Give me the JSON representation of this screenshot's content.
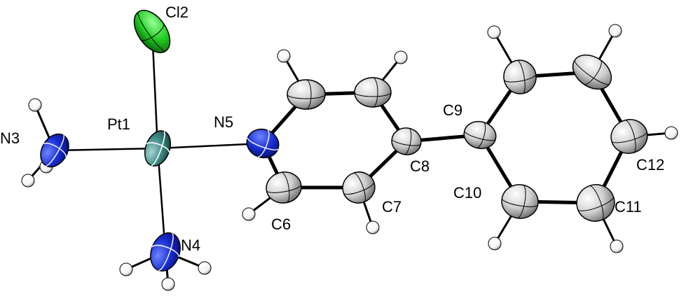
{
  "labels": {
    "cl2": "Cl2",
    "pt1": "Pt1",
    "n3": "N3",
    "n5": "N5",
    "n4": "N4",
    "c6": "C6",
    "c7": "C7",
    "c8": "C8",
    "c9": "C9",
    "c10": "C10",
    "c11": "C11",
    "c12": "C12"
  },
  "colors": {
    "chlorine": "#22cc22",
    "platinum": "#3f8c86",
    "nitrogen": "#1a2fd6",
    "carbon": "#c9c9c9",
    "hydrogen": "#ffffff",
    "bond": "#000000"
  }
}
